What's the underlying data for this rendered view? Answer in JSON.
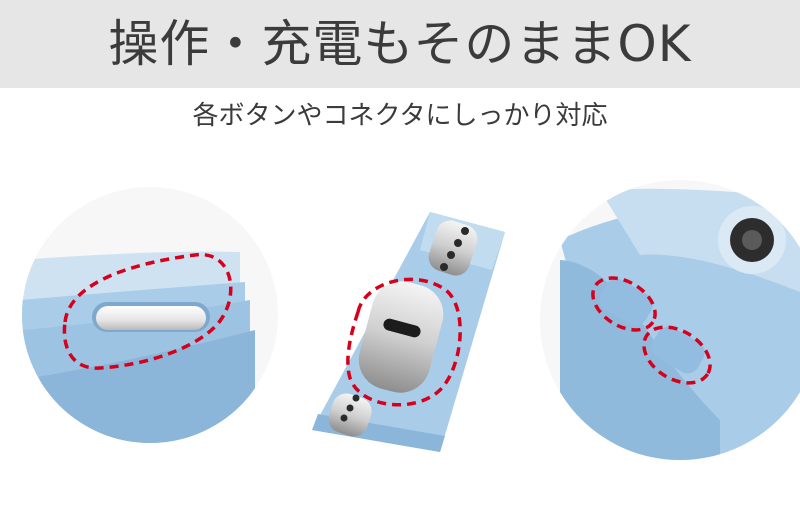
{
  "header": {
    "title": "操作・充電もそのままOK",
    "subtitle": "各ボタンやコネクタにしっかり対応"
  },
  "colors": {
    "banner_bg": "#e6e6e6",
    "case_blue": "#a9cde9",
    "highlight_dash": "#d6001c",
    "text": "#3b3b3b"
  },
  "illustrations": [
    {
      "name": "side-button-closeup",
      "icon": "power-button"
    },
    {
      "name": "charging-port-closeup",
      "icon": "usb-c-port"
    },
    {
      "name": "volume-buttons-closeup",
      "icon": "volume-buttons"
    }
  ]
}
